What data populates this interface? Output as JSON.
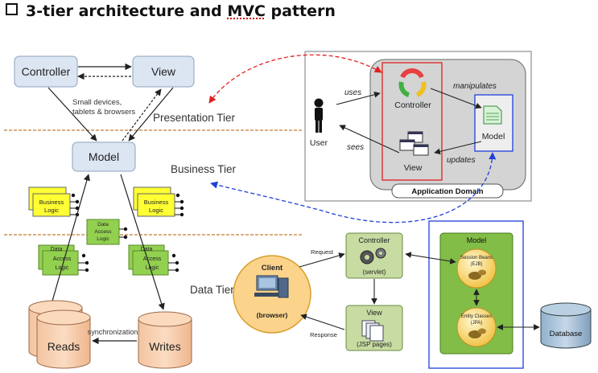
{
  "title": {
    "before": "3-tier architecture and ",
    "mvc": "MVC",
    "after": " pattern"
  },
  "left": {
    "controller": "Controller",
    "view": "View",
    "model": "Model",
    "devices": [
      "Small devices,",
      "tablets & browsers"
    ],
    "reads": "Reads",
    "writes": "Writes",
    "sync": "synchronization",
    "business_logic": [
      "Business",
      "Logic"
    ],
    "data_access_logic": [
      "Data",
      "Access",
      "Logic"
    ]
  },
  "tiers": {
    "presentation": "Presentation Tier",
    "business": "Business Tier",
    "data": "Data Tier"
  },
  "mvc_box": {
    "user": "User",
    "uses": "uses",
    "sees": "sees",
    "controller": "Controller",
    "view": "View",
    "model": "Model",
    "manipulates": "manipulates",
    "updates": "updates",
    "domain": "Application Domain"
  },
  "web": {
    "client": "Client",
    "browser": "(browser)",
    "request": "Request",
    "response": "Response",
    "controller": "Controller",
    "servlet": "(servlet)",
    "view": "View",
    "jsp": "(JSP pages)",
    "model": "Model",
    "session_beans": [
      "Session Beans",
      "(EJB)"
    ],
    "entity_classes": [
      "Entity Classes",
      "(JPA)"
    ],
    "database": "Database"
  }
}
